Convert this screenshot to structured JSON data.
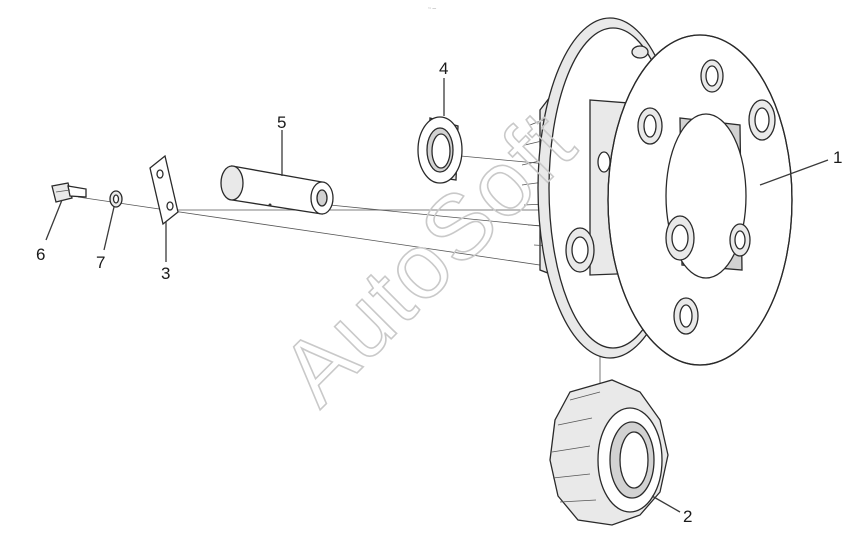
{
  "tiny_label": "ˢˢ —",
  "watermark": "AutoSoft",
  "callouts": [
    {
      "id": "1",
      "text": "1"
    },
    {
      "id": "2",
      "text": "2"
    },
    {
      "id": "3",
      "text": "3"
    },
    {
      "id": "4",
      "text": "4"
    },
    {
      "id": "5",
      "text": "5"
    },
    {
      "id": "6",
      "text": "6"
    },
    {
      "id": "7",
      "text": "7"
    }
  ],
  "colors": {
    "line": "#2a2a2a",
    "fill": "#e9e9e9",
    "watermark": "#c9c9c9"
  }
}
